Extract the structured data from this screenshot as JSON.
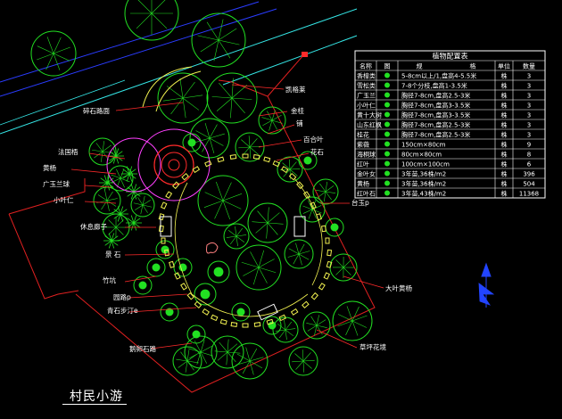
{
  "drawing": {
    "caption": "村民小游",
    "colors": {
      "background": "#000000",
      "tree_green": "#22e022",
      "leader_red": "#ff2a2a",
      "road_cyan": "#35e6e6",
      "road_blue": "#2a3cff",
      "path_yellow": "#f0f050",
      "magenta": "#ff40ff",
      "boundary_red": "#e02020",
      "text_white": "#ffffff",
      "north_arrow_blue": "#2244ff"
    }
  },
  "labels": {
    "top_right_1": "凯格莱",
    "top_right_2": "金桂",
    "top_right_3": "铺",
    "top_right_4": "百合叶",
    "top_right_5": "花石",
    "top_left_1": "碎石路面",
    "left_1": "法国梧",
    "left_2": "黄杨",
    "left_3": "广玉兰球",
    "left_4": "小叶仁",
    "left_5": "休息廊子",
    "left_6": "景 石",
    "left_7": "竹坑",
    "left_8": "园路p",
    "left_9": "青石步汀e",
    "bottom_1": "鹅卵石路",
    "bottom_right_1": "草坪花境",
    "right_1": "台玉p",
    "right_2": "大叶黄杨"
  },
  "plant_table": {
    "title": "植物配置表",
    "headers": [
      "名称",
      "图",
      "规",
      "格",
      "单位",
      "数量"
    ],
    "rows": [
      {
        "name": "香樟类",
        "spec": "5-8cm以上/1,盘高4-5.5米",
        "unit": "株",
        "qty": "3"
      },
      {
        "name": "雪松类",
        "spec": "7-8个分枝,盘高1-3.5米",
        "unit": "株",
        "qty": "3"
      },
      {
        "name": "广玉兰",
        "spec": "胸径7-8cm,盘高2.5-3米",
        "unit": "株",
        "qty": "3"
      },
      {
        "name": "小叶仁",
        "spec": "胸径7-8cm,盘高3-3.5米",
        "unit": "株",
        "qty": "3"
      },
      {
        "name": "黄十大树",
        "spec": "胸径7-8cm,盘高3-3.5米",
        "unit": "株",
        "qty": "3"
      },
      {
        "name": "山东红枫",
        "spec": "胸径7-8cm,盘高2.5-3米",
        "unit": "株",
        "qty": "3"
      },
      {
        "name": "桂花",
        "spec": "胸径7-8cm,盘高2.5-3米",
        "unit": "株",
        "qty": "3"
      },
      {
        "name": "紫薇",
        "spec": "150cm×80cm",
        "unit": "株",
        "qty": "9"
      },
      {
        "name": "海桐球",
        "spec": "80cm×80cm",
        "unit": "株",
        "qty": "8"
      },
      {
        "name": "红叶",
        "spec": "100cm×100cm",
        "unit": "株",
        "qty": "6"
      },
      {
        "name": "金叶女",
        "spec": "3年苗,36株/m2",
        "unit": "株",
        "qty": "396"
      },
      {
        "name": "黄杨",
        "spec": "3年苗,36株/m2",
        "unit": "株",
        "qty": "504"
      },
      {
        "name": "红叶石",
        "spec": "3年苗,43株/m2",
        "unit": "株",
        "qty": "11368"
      }
    ]
  }
}
